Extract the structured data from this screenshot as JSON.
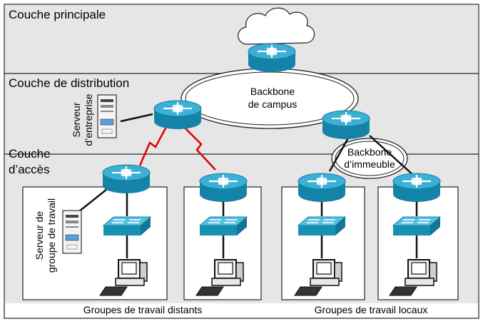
{
  "layers": {
    "core": "Couche principale",
    "distribution": "Couche de distribution",
    "access_line1": "Couche",
    "access_line2": "d’accès"
  },
  "labels": {
    "campus_backbone_1": "Backbone",
    "campus_backbone_2": "de campus",
    "building_backbone_1": "Backbone",
    "building_backbone_2": "d’immeuble",
    "enterprise_server_1": "Serveur",
    "enterprise_server_2": "d’entreprise",
    "workgroup_server_1": "Serveur de",
    "workgroup_server_2": "groupe de travail",
    "remote_groups": "Groupes de travail distants",
    "local_groups": "Groupes de travail locaux"
  },
  "colors": {
    "router_fill": "#1a8fb4",
    "router_top": "#43b3d4",
    "switch_fill": "#2c9bc4",
    "layer_band": "#e6e6e6",
    "wan_link": "#e00000"
  }
}
